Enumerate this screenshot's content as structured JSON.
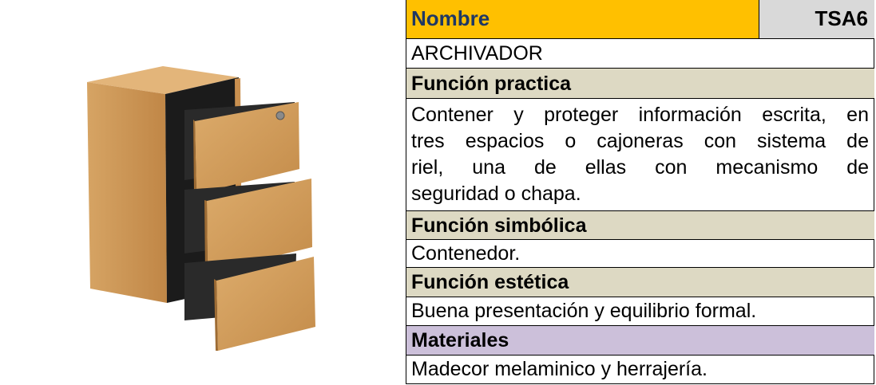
{
  "photo": {
    "subject": "archivador-tres-cajones",
    "colors": {
      "wood": "#cf9a58",
      "carcass": "#1b1b1b"
    }
  },
  "header": {
    "name_label": "Nombre",
    "code": "TSA6"
  },
  "product_name": "ARCHIVADOR",
  "sections": [
    {
      "title": "Función practica",
      "lines": [
        "Contener y proteger información escrita, en",
        "tres espacios o cajoneras con sistema de",
        "riel, una de ellas con mecanismo de",
        "seguridad o chapa."
      ]
    },
    {
      "title": "Función simbólica",
      "text": "Contenedor."
    },
    {
      "title": "Función estética",
      "text": "Buena presentación y equilibrio formal."
    },
    {
      "title": "Materiales",
      "text": "Madecor melaminico y herrajería."
    }
  ],
  "colors": {
    "name_bg": "#ffc000",
    "name_text": "#1f3864",
    "code_bg": "#d9d9d9",
    "section_bg": "#ddd9c3",
    "materials_bg": "#ccc0da"
  }
}
